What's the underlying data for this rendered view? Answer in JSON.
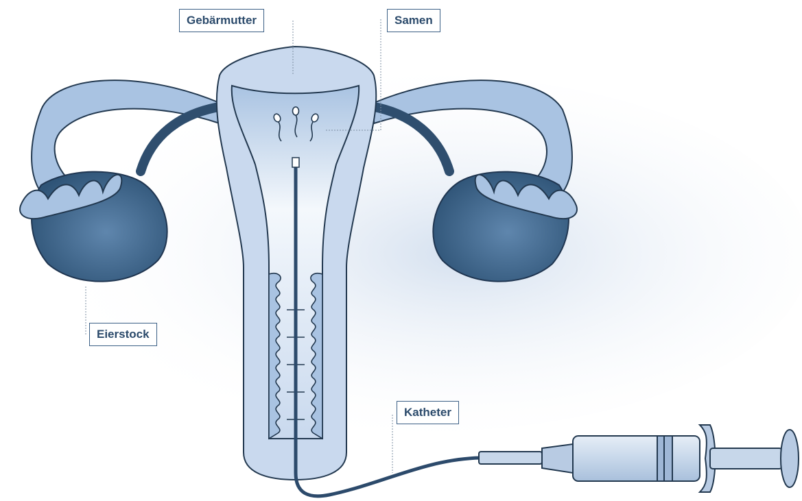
{
  "labels": {
    "uterus": "Gebärmutter",
    "sperm": "Samen",
    "ovary": "Eierstock",
    "catheter": "Katheter"
  },
  "colors": {
    "organ_fill": "#a9c3e2",
    "organ_light": "#c9d9ee",
    "outline": "#22384f",
    "ovary_dark": "#3c6286",
    "catheter_line": "#2c4a6b",
    "label_border": "#3b5f85",
    "label_text": "#2b4a6b"
  }
}
